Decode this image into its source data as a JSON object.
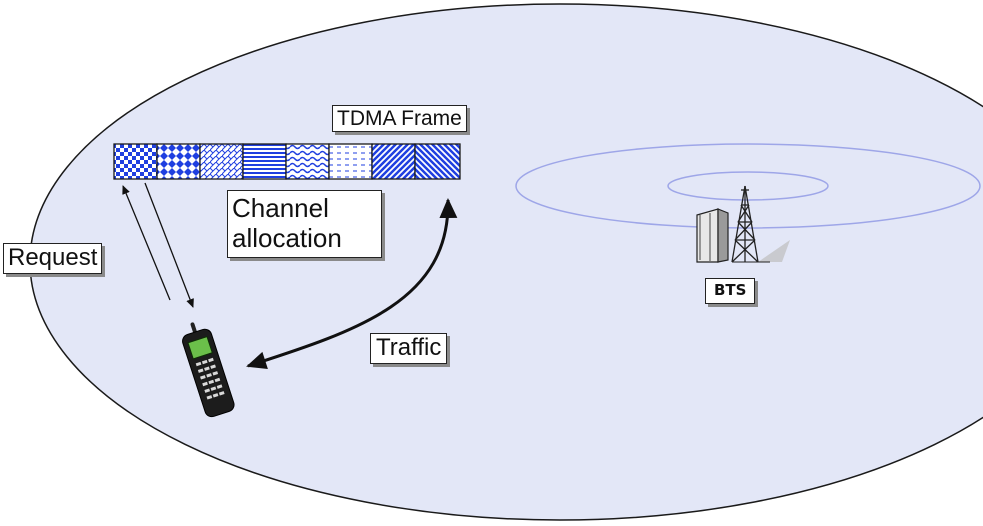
{
  "diagram": {
    "tdma_frame_label": "TDMA Frame",
    "channel_allocation_label": "Channel allocation",
    "request_label": "Request",
    "traffic_label": "Traffic",
    "bts_label": "BTS",
    "colors": {
      "cell_fill": "#e3e7f7",
      "cell_border": "#1a1a1a",
      "slot_blue": "#1f3fe0",
      "ring": "#9ea6e8",
      "arrow": "#111111"
    },
    "frame_slot_count": 8
  }
}
